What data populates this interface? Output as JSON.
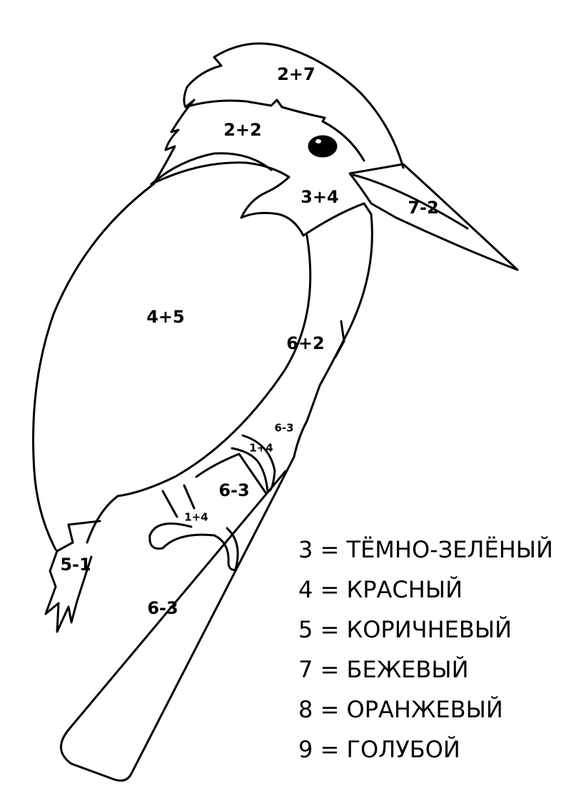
{
  "regions": {
    "crown": "2+7",
    "cheek": "2+2",
    "throat": "3+4",
    "beak": "7-2",
    "wing": "4+5",
    "belly": "6+2",
    "leg_upper": "6-3",
    "toe_upper": "1+4",
    "leg_lower": "6-3",
    "toe_lower": "1+4",
    "tail": "5-1",
    "branch": "6-3"
  },
  "legend": [
    "3 = ТЁМНО-ЗЕЛЁНЫЙ",
    "4 = КРАСНЫЙ",
    "5 = КОРИЧНЕВЫЙ",
    "7 = БЕЖЕВЫЙ",
    "8 = ОРАНЖЕВЫЙ",
    "9 = ГОЛУБОЙ"
  ]
}
